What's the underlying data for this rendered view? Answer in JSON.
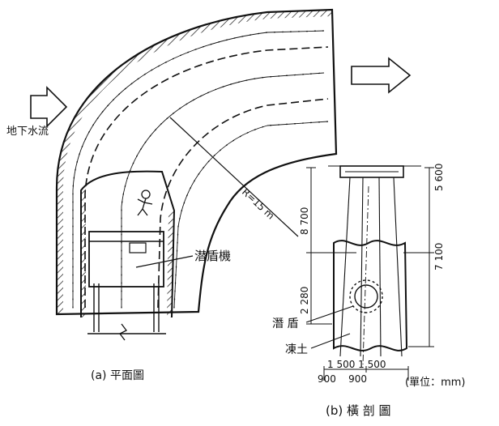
{
  "labels": {
    "groundwater_flow": "地下水流",
    "radius": "R=15 m",
    "shield_machine": "潜盾機",
    "plan_caption": "(a) 平面圖",
    "section_caption": "(b) 橫 剖 圖",
    "shield": "潛 盾",
    "frozen_soil": "凍土",
    "unit": "(單位：mm)"
  },
  "dimensions": {
    "left_upper": "8 700",
    "right_upper": "5 600",
    "left_lower": "2 280",
    "right_lower": "7 100",
    "bottom_top_row": "1 500 1 500",
    "bottom_row": "900    900"
  },
  "colors": {
    "ink": "#111111",
    "paper": "#ffffff"
  }
}
